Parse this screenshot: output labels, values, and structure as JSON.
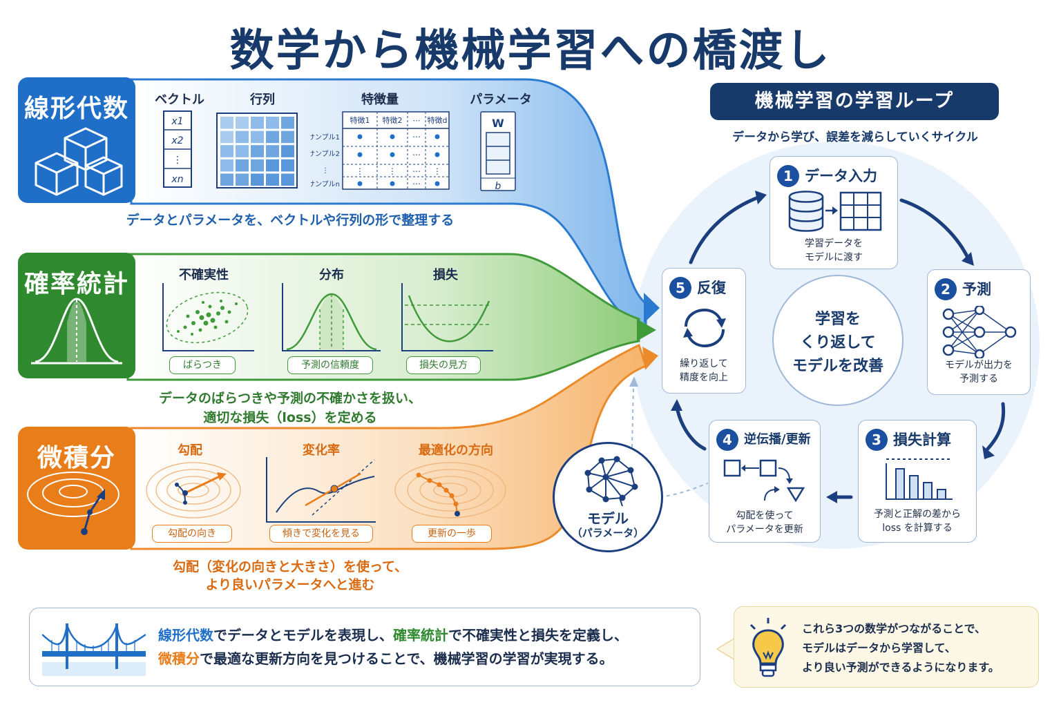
{
  "title": "数学から機械学習への橋渡し",
  "linear": {
    "label": "線形代数",
    "items": [
      "ベクトル",
      "行列",
      "特徴量",
      "パラメータ"
    ],
    "vector": [
      "x1",
      "x2",
      "⋮",
      "xn"
    ],
    "feature_cols": [
      "特徴1",
      "特徴2",
      "⋯",
      "特徴d"
    ],
    "sample_rows": [
      "サンプル1",
      "サンプル2",
      "⋮",
      "サンプルn"
    ],
    "param_w": "W",
    "param_b": "b",
    "caption": "データとパラメータを、ベクトルや行列の形で整理する",
    "color": "#1f6fc9"
  },
  "prob": {
    "label": "確率統計",
    "items": [
      "不確実性",
      "分布",
      "損失"
    ],
    "pills": [
      "ばらつき",
      "予測の信頼度",
      "損失の見方"
    ],
    "caption1": "データのばらつきや予測の不確かさを扱い、",
    "caption2": "適切な損失（loss）を定める",
    "color": "#2f8a2f"
  },
  "calc": {
    "label": "微積分",
    "items": [
      "勾配",
      "変化率",
      "最適化の方向"
    ],
    "pills": [
      "勾配の向き",
      "傾きで変化を見る",
      "更新の一歩"
    ],
    "caption1": "勾配（変化の向きと大きさ）を使って、",
    "caption2": "より良いパラメータへと進む",
    "color": "#e97d1a"
  },
  "model": {
    "line1": "モデル",
    "line2": "（パラメータ）"
  },
  "loop": {
    "title": "機械学習の学習ループ",
    "subtitle": "データから学び、誤差を減らしていくサイクル",
    "center": [
      "学習を",
      "くり返して",
      "モデルを改善"
    ],
    "steps": [
      {
        "num": "1",
        "title": "データ入力",
        "desc": [
          "学習データを",
          "モデルに渡す"
        ]
      },
      {
        "num": "2",
        "title": "予測",
        "desc": [
          "モデルが出力を",
          "予測する"
        ]
      },
      {
        "num": "3",
        "title": "損失計算",
        "desc": [
          "予測と正解の差から",
          "loss を計算する"
        ]
      },
      {
        "num": "4",
        "title": "逆伝播/更新",
        "desc": [
          "勾配を使って",
          "パラメータを更新"
        ]
      },
      {
        "num": "5",
        "title": "反復",
        "desc": [
          "繰り返して",
          "精度を向上"
        ]
      }
    ]
  },
  "summary": {
    "p1": "線形代数",
    "t1": "でデータとモデルを表現し、",
    "p2": "確率統計",
    "t2": "で不確実性と損失を定義し、",
    "p3": "微積分",
    "t3": "で最適な更新方向を見つけることで、機械学習の学習が実現する。"
  },
  "note": [
    "これら3つの数学がつながることで、",
    "モデルはデータから学習して、",
    "より良い予測ができるようになります。"
  ]
}
